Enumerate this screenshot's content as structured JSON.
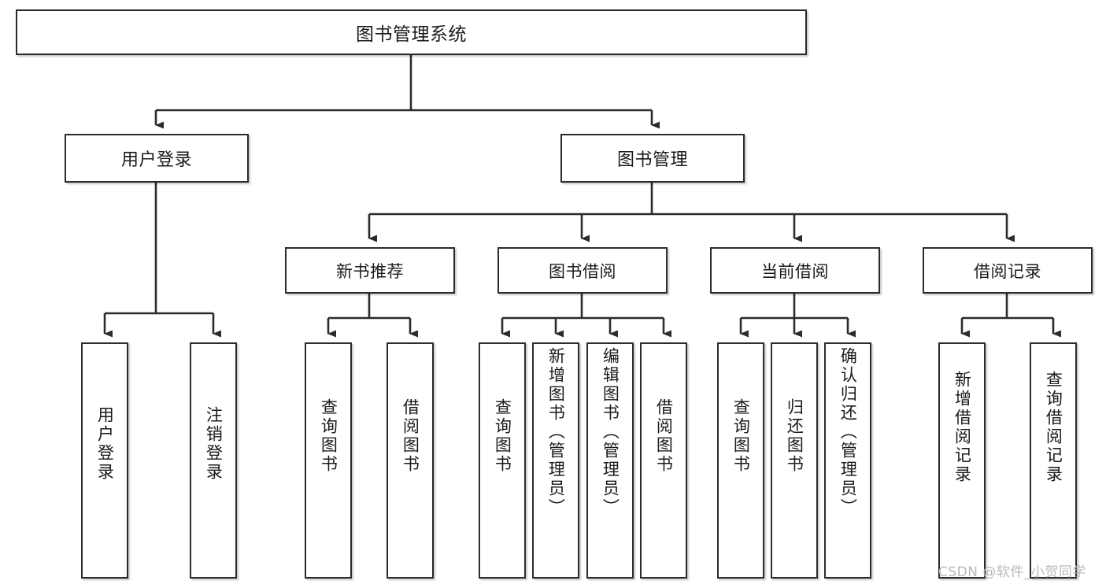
{
  "diagram": {
    "type": "tree-hierarchy-chart",
    "title": "图书管理系统",
    "watermark": "CSDN @软件_小贺同学",
    "colors": {
      "box_border": "#2b2b2b",
      "box_fill": "#ffffff",
      "connector": "#2b2b2b",
      "watermark": "#b9b9b9"
    },
    "nodes": {
      "root": {
        "label": "图书管理系统"
      },
      "level2": [
        {
          "label": "用户登录"
        },
        {
          "label": "图书管理"
        }
      ],
      "level3": [
        {
          "label": "新书推荐"
        },
        {
          "label": "图书借阅"
        },
        {
          "label": "当前借阅"
        },
        {
          "label": "借阅记录"
        }
      ],
      "leaves": {
        "user_login": [
          {
            "label": "用户登录"
          },
          {
            "label": "注销登录"
          }
        ],
        "new_book_recommend": [
          {
            "label": "查询图书"
          },
          {
            "label": "借阅图书"
          }
        ],
        "book_borrow": [
          {
            "label": "查询图书"
          },
          {
            "label": "新增图书（管理员）"
          },
          {
            "label": "编辑图书（管理员）"
          },
          {
            "label": "借阅图书"
          }
        ],
        "current_borrow": [
          {
            "label": "查询图书"
          },
          {
            "label": "归还图书"
          },
          {
            "label": "确认归还（管理员）"
          }
        ],
        "borrow_record": [
          {
            "label": "新增借阅记录"
          },
          {
            "label": "查询借阅记录"
          }
        ]
      }
    }
  }
}
